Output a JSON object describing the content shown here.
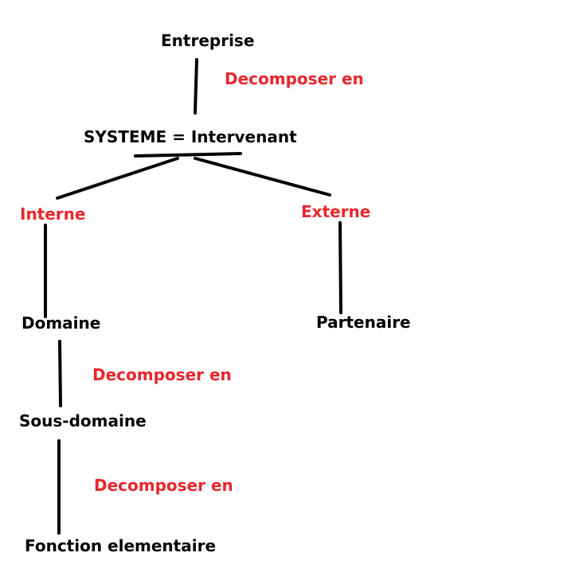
{
  "nodes": {
    "entreprise": "Entreprise",
    "systeme": "SYSTEME = Intervenant",
    "interne": "Interne",
    "externe": "Externe",
    "domaine": "Domaine",
    "partenaire": "Partenaire",
    "sous_domaine": "Sous-domaine",
    "fonction": "Fonction elementaire"
  },
  "edge_labels": {
    "entreprise_systeme": "Decomposer en",
    "domaine_sous_domaine": "Decomposer en",
    "sous_domaine_fonction": "Decomposer en"
  },
  "colors": {
    "node_text": "#000000",
    "edge_label_text": "#e8262d",
    "connector": "#000000"
  }
}
